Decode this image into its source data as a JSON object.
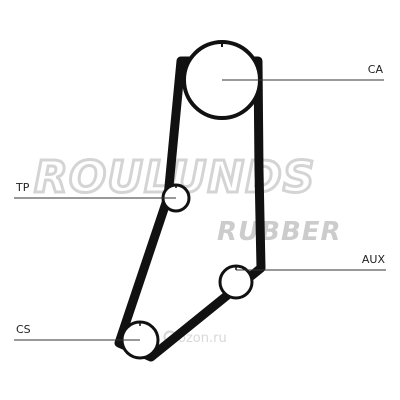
{
  "watermark": {
    "brand": "ROULUNDS",
    "sub": "RUBBER",
    "site": "ozon.ru"
  },
  "labels": {
    "ca": "CA",
    "tp": "TP",
    "aux": "AUX",
    "cs": "CS"
  },
  "colors": {
    "belt": "#111111",
    "line": "#333333",
    "watermark": "#cccccc"
  }
}
